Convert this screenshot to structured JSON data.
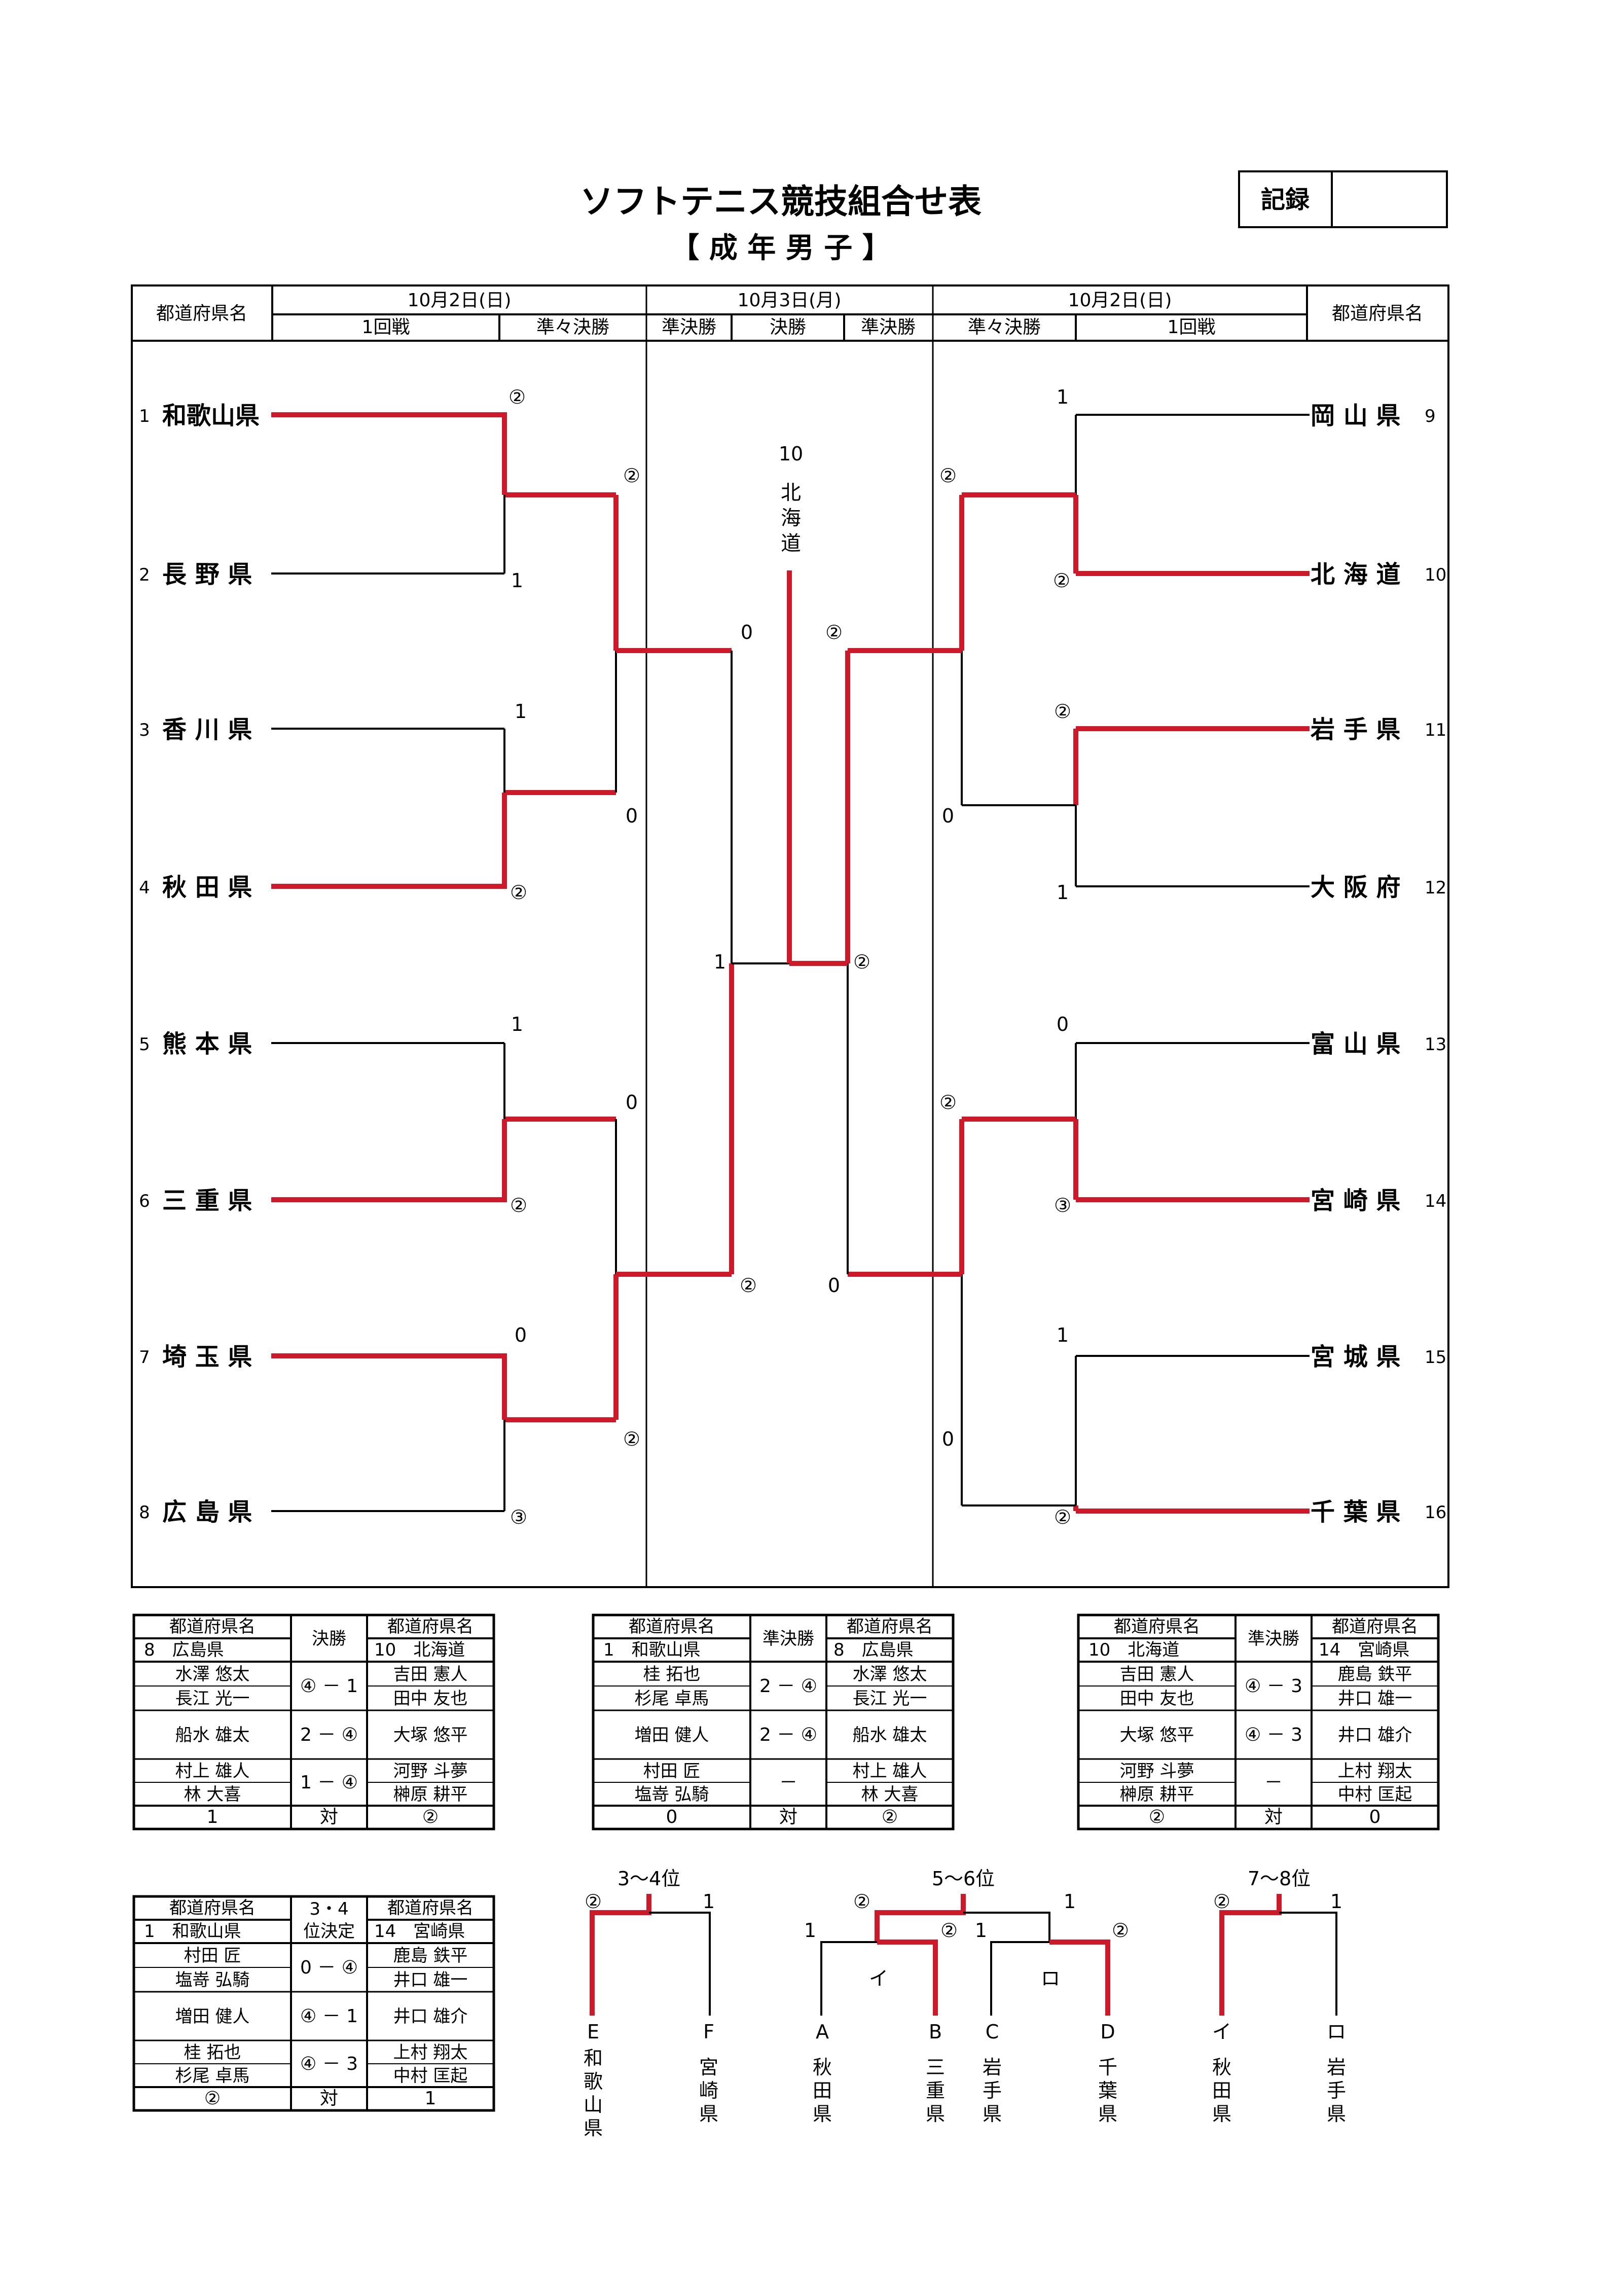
{
  "title": "ソフトテニス競技組合せ表",
  "subtitle": "【 成 年 男 子 】",
  "record_label": "記録",
  "header": {
    "pref_label_left": "都道府県名",
    "pref_label_right": "都道府県名",
    "date_left": "10月2日(日)",
    "date_center": "10月3日(月)",
    "date_right": "10月2日(日)",
    "round1_left": "1回戦",
    "qf_left": "準々決勝",
    "sf_left": "準決勝",
    "final": "決勝",
    "sf_right": "準決勝",
    "qf_right": "準々決勝",
    "round1_right": "1回戦"
  },
  "left_teams": [
    {
      "no": "1",
      "name": "和歌山県"
    },
    {
      "no": "2",
      "name": "長 野 県"
    },
    {
      "no": "3",
      "name": "香 川 県"
    },
    {
      "no": "4",
      "name": "秋 田 県"
    },
    {
      "no": "5",
      "name": "熊 本 県"
    },
    {
      "no": "6",
      "name": "三 重 県"
    },
    {
      "no": "7",
      "name": "埼 玉 県"
    },
    {
      "no": "8",
      "name": "広 島 県"
    }
  ],
  "right_teams": [
    {
      "no": "9",
      "name": "岡 山 県"
    },
    {
      "no": "10",
      "name": "北 海 道"
    },
    {
      "no": "11",
      "name": "岩 手 県"
    },
    {
      "no": "12",
      "name": "大 阪 府"
    },
    {
      "no": "13",
      "name": "富 山 県"
    },
    {
      "no": "14",
      "name": "宮 崎 県"
    },
    {
      "no": "15",
      "name": "宮 城 県"
    },
    {
      "no": "16",
      "name": "千 葉 県"
    }
  ],
  "scores": {
    "l_r1": [
      "②",
      "1",
      "1",
      "②",
      "1",
      "②",
      "0",
      "③"
    ],
    "l_qf": [
      "②",
      "0",
      "0",
      "②"
    ],
    "l_sf": [
      "0",
      "②"
    ],
    "c_final": [
      "1",
      "②"
    ],
    "r_sf": [
      "②",
      "0"
    ],
    "r_qf": [
      "②",
      "0",
      "②",
      "0"
    ],
    "r_r1": [
      "1",
      "②",
      "②",
      "1",
      "0",
      "③",
      "1",
      "②"
    ]
  },
  "champion": {
    "no": "10",
    "name": [
      "北",
      "海",
      "道"
    ]
  },
  "tables": {
    "final": {
      "head": [
        "都道府県名",
        "決勝",
        "都道府県名"
      ],
      "teams": [
        "8　広島県",
        "10　北海道"
      ],
      "rows": [
        {
          "l1": "水澤 悠太",
          "l2": "長江 光一",
          "score": "④ － 1",
          "r1": "吉田 憲人",
          "r2": "田中 友也"
        },
        {
          "l1": "船水 雄太",
          "l2": "",
          "score": "2 － ④",
          "r1": "大塚 悠平",
          "r2": ""
        },
        {
          "l1": "村上 雄人",
          "l2": "林 大喜",
          "score": "1 － ④",
          "r1": "河野 斗夢",
          "r2": "榊原 耕平"
        }
      ],
      "foot": [
        "1",
        "対",
        "②"
      ]
    },
    "sf1": {
      "head": [
        "都道府県名",
        "準決勝",
        "都道府県名"
      ],
      "teams": [
        "1　和歌山県",
        "8　広島県"
      ],
      "rows": [
        {
          "l1": "桂 拓也",
          "l2": "杉尾 卓馬",
          "score": "2 － ④",
          "r1": "水澤 悠太",
          "r2": "長江 光一"
        },
        {
          "l1": "増田 健人",
          "l2": "",
          "score": "2 － ④",
          "r1": "船水 雄太",
          "r2": ""
        },
        {
          "l1": "村田 匠",
          "l2": "塩嵜 弘騎",
          "score": "－",
          "r1": "村上 雄人",
          "r2": "林 大喜"
        }
      ],
      "foot": [
        "0",
        "対",
        "②"
      ]
    },
    "sf2": {
      "head": [
        "都道府県名",
        "準決勝",
        "都道府県名"
      ],
      "teams": [
        "10　北海道",
        "14　宮崎県"
      ],
      "rows": [
        {
          "l1": "吉田 憲人",
          "l2": "田中 友也",
          "score": "④ － 3",
          "r1": "鹿島 鉄平",
          "r2": "井口 雄一"
        },
        {
          "l1": "大塚 悠平",
          "l2": "",
          "score": "④ － 3",
          "r1": "井口 雄介",
          "r2": ""
        },
        {
          "l1": "河野 斗夢",
          "l2": "榊原 耕平",
          "score": "－",
          "r1": "上村 翔太",
          "r2": "中村 匡起"
        }
      ],
      "foot": [
        "②",
        "対",
        "0"
      ]
    },
    "third": {
      "head": [
        "都道府県名",
        "3・4",
        "位決定",
        "都道府県名"
      ],
      "teams": [
        "1　和歌山県",
        "14　宮崎県"
      ],
      "rows": [
        {
          "l1": "村田 匠",
          "l2": "塩嵜 弘騎",
          "score": "0 － ④",
          "r1": "鹿島 鉄平",
          "r2": "井口 雄一"
        },
        {
          "l1": "増田 健人",
          "l2": "",
          "score": "④ － 1",
          "r1": "井口 雄介",
          "r2": ""
        },
        {
          "l1": "桂 拓也",
          "l2": "杉尾 卓馬",
          "score": "④ － 3",
          "r1": "上村 翔太",
          "r2": "中村 匡起"
        }
      ],
      "foot": [
        "②",
        "対",
        "1"
      ]
    }
  },
  "placements": {
    "p34": {
      "title": "3～4位",
      "s1": "②",
      "s2": "1",
      "a": "E",
      "b": "F",
      "ta": [
        "和",
        "歌",
        "山",
        "県"
      ],
      "tb": [
        "宮",
        "崎",
        "県"
      ]
    },
    "p56": {
      "title": "5～6位",
      "top_l": "②",
      "top_r": "1",
      "ls1": "1",
      "ls2": "②",
      "rs1": "1",
      "rs2": "②",
      "mid_l": "イ",
      "mid_r": "ロ",
      "a": "A",
      "b": "B",
      "c": "C",
      "d": "D",
      "ta": [
        "秋",
        "田",
        "県"
      ],
      "tb": [
        "三",
        "重",
        "県"
      ],
      "tc": [
        "岩",
        "手",
        "県"
      ],
      "td": [
        "千",
        "葉",
        "県"
      ]
    },
    "p78": {
      "title": "7～8位",
      "s1": "②",
      "s2": "1",
      "a": "イ",
      "b": "ロ",
      "ta": [
        "秋",
        "田",
        "県"
      ],
      "tb": [
        "岩",
        "手",
        "県"
      ]
    }
  },
  "colors": {
    "win": "#cc1a2a",
    "line": "#000000"
  }
}
